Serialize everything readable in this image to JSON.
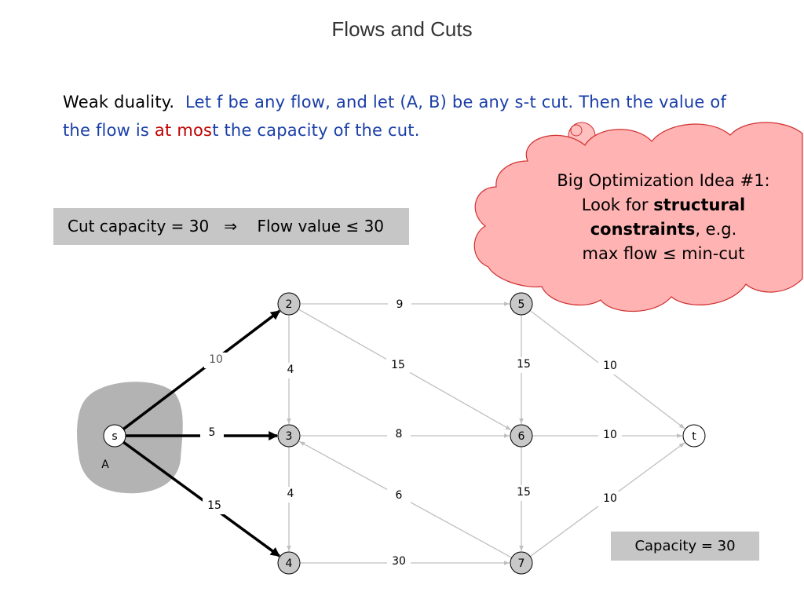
{
  "title": "Flows and Cuts",
  "statement": {
    "lead": "Weak duality.",
    "body_1": "Let f be any flow, and let (A, B) be any s-t cut.  Then the value of the flow is ",
    "highlight_1": "at",
    "gap": " ",
    "highlight_2": "mos",
    "body_2": "t the capacity of the cut."
  },
  "cut_box": {
    "text": "Cut capacity = 30   ⇒    Flow value ≤ 30"
  },
  "capacity_box": {
    "text": "Capacity = 30"
  },
  "cloud": {
    "line1": "Big Optimization Idea #1:",
    "line2_prefix": "Look for ",
    "line2_bold": "structural",
    "line3_bold": "constraints",
    "line3_suffix": ", e.g.",
    "line4": "max flow ≤ min-cut"
  },
  "region_label": "A",
  "colors": {
    "blue": "#1a3ea8",
    "red": "#c00000",
    "cloud_fill": "#ffb3b3",
    "cloud_stroke": "#d03030",
    "box_gray": "#c6c6c6",
    "region_gray": "#b3b3b3",
    "edge_gray": "#bfbfbf"
  },
  "graph": {
    "nodes": [
      {
        "id": "s",
        "label": "s"
      },
      {
        "id": "2",
        "label": "2"
      },
      {
        "id": "3",
        "label": "3"
      },
      {
        "id": "4",
        "label": "4"
      },
      {
        "id": "5",
        "label": "5"
      },
      {
        "id": "6",
        "label": "6"
      },
      {
        "id": "7",
        "label": "7"
      },
      {
        "id": "t",
        "label": "t"
      }
    ],
    "edges": [
      {
        "from": "s",
        "to": "2",
        "capacity": "10",
        "in_cut": true
      },
      {
        "from": "s",
        "to": "3",
        "capacity": "5",
        "in_cut": true
      },
      {
        "from": "s",
        "to": "4",
        "capacity": "15",
        "in_cut": true
      },
      {
        "from": "2",
        "to": "5",
        "capacity": "9",
        "in_cut": false
      },
      {
        "from": "2",
        "to": "6",
        "capacity": "15",
        "in_cut": false
      },
      {
        "from": "2",
        "to": "3",
        "capacity": "4",
        "in_cut": false
      },
      {
        "from": "3",
        "to": "6",
        "capacity": "8",
        "in_cut": false
      },
      {
        "from": "3",
        "to": "4",
        "capacity": "4",
        "in_cut": false
      },
      {
        "from": "7",
        "to": "3",
        "capacity": "6",
        "in_cut": false
      },
      {
        "from": "4",
        "to": "7",
        "capacity": "30",
        "in_cut": false
      },
      {
        "from": "5",
        "to": "6",
        "capacity": "15",
        "in_cut": false
      },
      {
        "from": "5",
        "to": "t",
        "capacity": "10",
        "in_cut": false
      },
      {
        "from": "6",
        "to": "t",
        "capacity": "10",
        "in_cut": false
      },
      {
        "from": "6",
        "to": "7",
        "capacity": "15",
        "in_cut": false
      },
      {
        "from": "7",
        "to": "t",
        "capacity": "10",
        "in_cut": false
      }
    ]
  }
}
